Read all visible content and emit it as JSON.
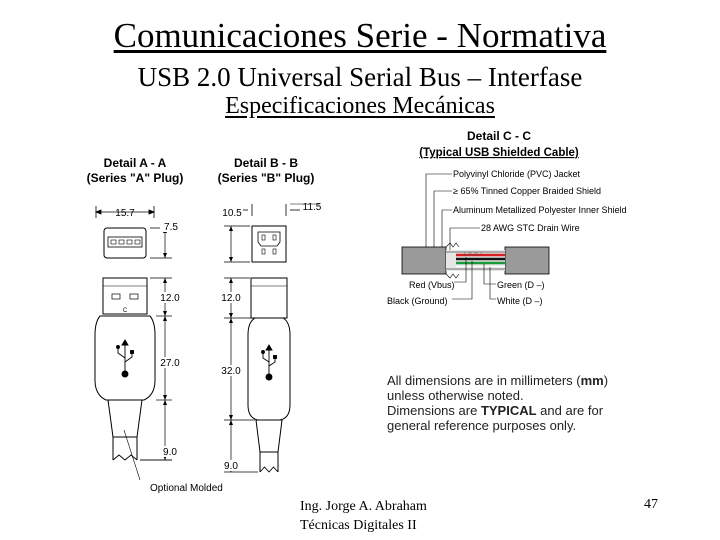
{
  "slide": {
    "title": "Comunicaciones Serie - Normativa",
    "subtitle": "USB 2.0 Universal Serial Bus – Interfase",
    "section": "Especificaciones Mecánicas",
    "page_number": "47"
  },
  "footer": {
    "author": "Ing. Jorge A. Abraham",
    "course": "Técnicas Digitales II"
  },
  "detail_a": {
    "title": "Detail A - A",
    "subtitle": "(Series \"A\" Plug)",
    "dimensions": [
      "15.7",
      "7.5",
      "12.0",
      "27.0",
      "9.0"
    ],
    "note": "Optional Molded"
  },
  "detail_b": {
    "title": "Detail B - B",
    "subtitle": "(Series \"B\" Plug)",
    "dimensions": [
      "10.5",
      "11.5",
      "12.0",
      "32.0",
      "9.0"
    ]
  },
  "detail_c": {
    "title": "Detail C - C",
    "subtitle": "(Typical USB Shielded Cable)",
    "layers": [
      "Polyvinyl Chloride (PVC) Jacket",
      "≥ 65% Tinned Copper Braided Shield",
      "Aluminum Metallized Polyester Inner Shield",
      "28 AWG STC Drain Wire"
    ],
    "wires": {
      "red": "Red (Vbus)",
      "black": "Black (Ground)",
      "green": "Green (D –)",
      "white": "White (D –)"
    }
  },
  "notes": {
    "line1_prefix": "All dimensions are in millimeters (",
    "line1_bold": "mm",
    "line1_suffix": ")",
    "line2": "unless otherwise noted.",
    "line3_prefix": "Dimensions are ",
    "line3_bold": "TYPICAL",
    "line3_suffix": " and are for",
    "line4": "general reference purposes only."
  },
  "colors": {
    "wire_red": "#d42020",
    "wire_green": "#1a9a3a",
    "wire_black": "#111111",
    "wire_white": "#ffffff",
    "jacket_gray": "#9a9a9a"
  }
}
